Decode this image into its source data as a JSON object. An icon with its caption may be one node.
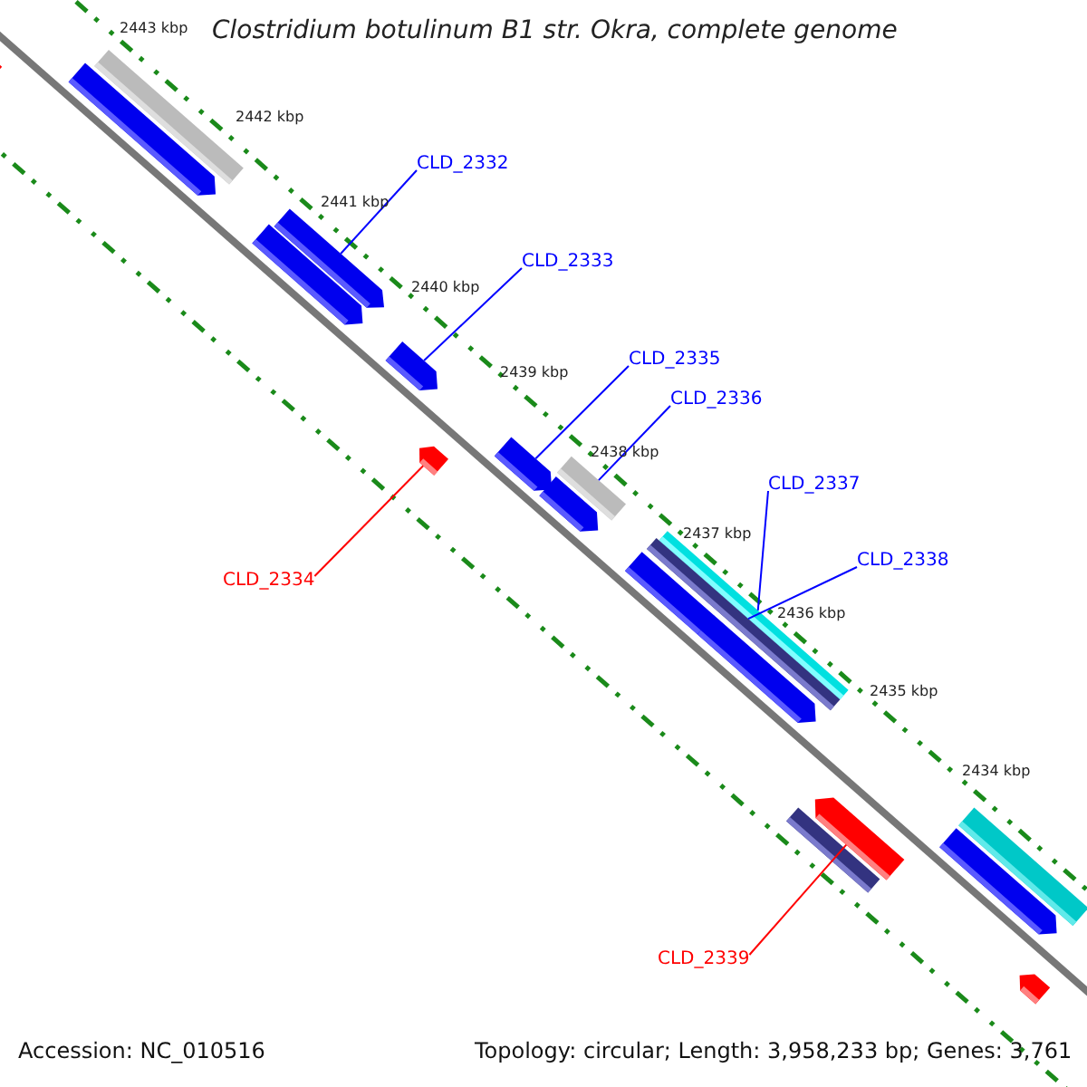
{
  "diagram": {
    "title": "Clostridium botulinum B1 str. Okra, complete genome",
    "nodes": [
      {
        "text": [
          "CLD_2332"
        ]
      },
      {
        "text": [
          "CLD_2333"
        ]
      },
      {
        "text": [
          "CLD_2335"
        ]
      },
      {
        "text": [
          "CLD_2336"
        ]
      },
      {
        "text": [
          "CLD_2337"
        ]
      },
      {
        "text": [
          "CLD_2338"
        ]
      },
      {
        "text": [
          "CLD_2334"
        ]
      },
      {
        "text": [
          "CLD_2339"
        ]
      },
      {
        "text": [],
        "shape": "bar"
      },
      {
        "text": [],
        "shape": "bar"
      },
      {
        "text": [],
        "shape": "bar"
      },
      {
        "text": [],
        "shape": "bar"
      },
      {
        "text": [],
        "shape": "bar"
      },
      {
        "text": [],
        "shape": "bar"
      },
      {
        "text": [],
        "shape": "bar"
      },
      {
        "text": [],
        "shape": "bar"
      },
      {
        "text": [],
        "shape": "bar"
      },
      {
        "text": [],
        "shape": "bar"
      },
      {
        "text": [],
        "shape": "bar"
      },
      {
        "text": [],
        "shape": "bar"
      },
      {
        "text": [],
        "shape": "bar"
      },
      {
        "text": [],
        "shape": "bar"
      },
      {
        "text": [],
        "shape": "bar"
      },
      {
        "text": [],
        "shape": "bar"
      },
      {
        "text": [],
        "shape": "bar"
      },
      {
        "text": [],
        "shape": "bar"
      },
      {
        "text": [],
        "shape": "bar"
      }
    ],
    "edges": [
      {
        "from": 0,
        "to": 11,
        "arrow": "none"
      },
      {
        "from": 1,
        "to": 13,
        "arrow": "none"
      },
      {
        "from": 2,
        "to": 15,
        "arrow": "none"
      },
      {
        "from": 3,
        "to": 17,
        "arrow": "none"
      },
      {
        "from": 4,
        "to": 18,
        "arrow": "none"
      },
      {
        "from": 5,
        "to": 19,
        "arrow": "none"
      },
      {
        "from": 6,
        "to": 14,
        "arrow": "none",
        "color": "#ff0000"
      },
      {
        "from": 7,
        "to": 22,
        "arrow": "none",
        "color": "#ff0000"
      }
    ],
    "labels": [
      "2443 kbp",
      "2442 kbp",
      "2441 kbp",
      "2440 kbp",
      "2439 kbp",
      "2438 kbp",
      "2437 kbp",
      "2436 kbp",
      "2435 kbp",
      "2434 kbp",
      "Accession: NC_010516",
      "Topology: circular; Length: 3,958,233 bp; Genes: 3,761"
    ]
  }
}
